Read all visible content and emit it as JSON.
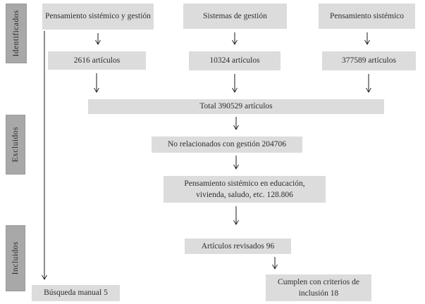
{
  "side_labels": {
    "identified": "Identificados",
    "excluded": "Excluidos",
    "included": "Incluidos"
  },
  "flow": {
    "search1_label": "Pensamiento sistémico y gestión",
    "search2_label": "Sistemas de gestión",
    "search3_label": "Pensamiento sistémico",
    "search1_count": "2616 artículos",
    "search2_count": "10324 artículos",
    "search3_count": "377589 artículos",
    "total": "Total 390529 artículos",
    "excluded_not_related": "No relacionados con gestión 204706",
    "excluded_other_fields": "Pensamiento sistémico en educación, vivienda, saludo, etc. 128.806",
    "reviewed": "Artículos revisados 96",
    "manual_search": "Búsqueda manual 5",
    "meet_criteria": "Cumplen con criterios de inclusión 18"
  },
  "colors": {
    "box_fill": "#dcdcdc",
    "side_label_fill": "#a8a8a8",
    "arrow": "#1a1a1a",
    "text": "#2e2e2e"
  }
}
